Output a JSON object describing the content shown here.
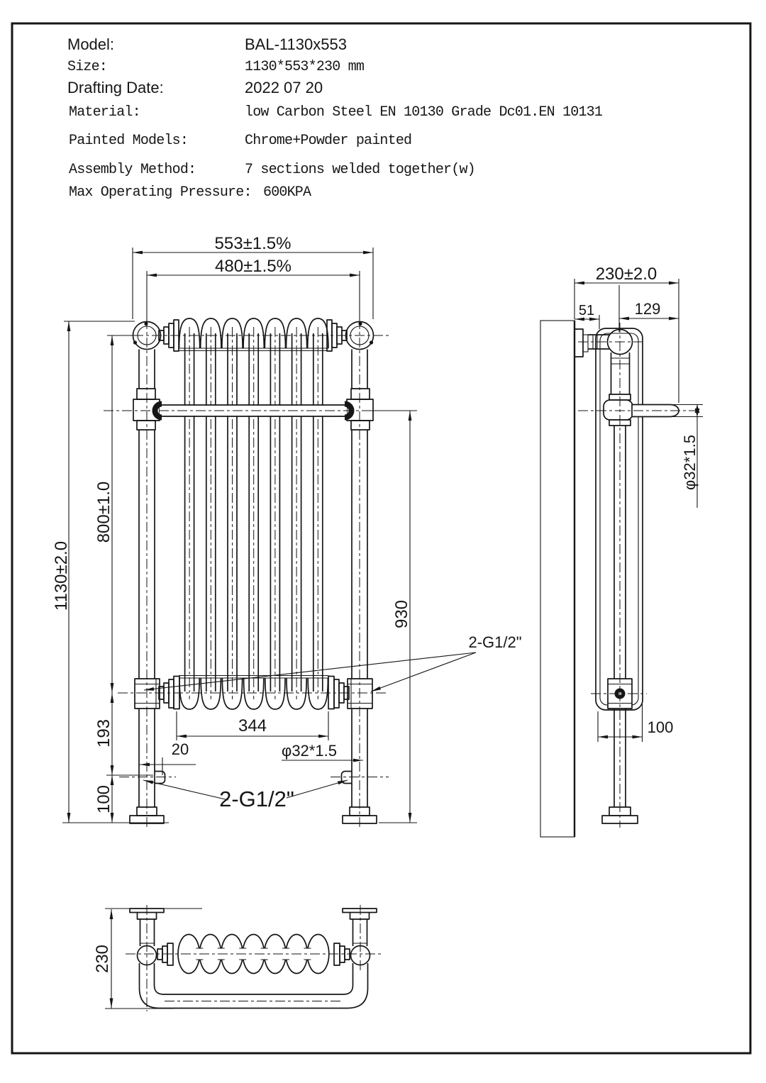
{
  "sheet": {
    "header": {
      "model_label": "Model:",
      "model_value": "BAL-1130x553",
      "size_label": "Size:",
      "size_value": "1130*553*230 mm",
      "date_label": "Drafting Date:",
      "date_value": "2022 07 20",
      "material_label": "Material:",
      "material_value": "low Carbon Steel  EN 10130 Grade Dc01.EN 10131",
      "painted_label": "Painted Models:",
      "painted_value": "Chrome+Powder painted",
      "assembly_label": "Assembly Method:",
      "assembly_value": "7 sections welded together(w)",
      "pressure_label": "Max Operating Pressure:",
      "pressure_value": "600KPA"
    },
    "front_view": {
      "dim_overall_width": "553±1.5%",
      "dim_pipe_centres": "480±1.5%",
      "dim_overall_height": "1130±2.0",
      "dim_radiator_height": "800±1.0",
      "dim_rail_to_floor": "930",
      "dim_valve_to_drain": "193",
      "dim_drain_to_floor": "100",
      "dim_core_width": "344",
      "dim_drain_offset": "20",
      "dim_tube": "φ32*1.5",
      "label_connections": "2-G1/2\"",
      "label_connections_bottom": "2-G1/2\""
    },
    "side_view": {
      "dim_overall_depth": "230±2.0",
      "dim_wall_clearance": "51",
      "dim_rail_centre": "129",
      "dim_tube": "φ32*1.5",
      "dim_wall_to_foot": "100"
    },
    "plan_view": {
      "dim_depth": "230"
    }
  }
}
